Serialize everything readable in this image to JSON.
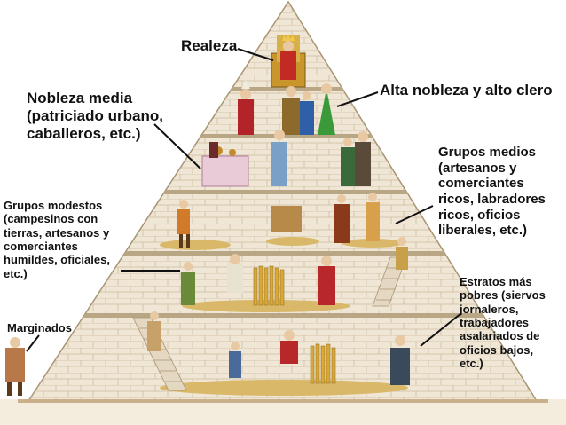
{
  "diagram": {
    "labels": {
      "realeza": [
        "Realeza"
      ],
      "alta_nobleza": [
        "Alta nobleza y alto clero"
      ],
      "nobleza_media": [
        "Nobleza media",
        "(patriciado urbano,",
        "caballeros, etc.)"
      ],
      "grupos_medios": [
        "Grupos medios",
        "(artesanos y",
        "comerciantes",
        "ricos, labradores",
        "ricos, oficios",
        "liberales, etc.)"
      ],
      "grupos_modestos": [
        "Grupos modestos",
        "(campesinos con",
        "tierras, artesanos y",
        "comerciantes",
        "humildes, oficiales,",
        "etc.)"
      ],
      "marginados": [
        "Marginados"
      ],
      "estratos_pobres": [
        "Estratos más",
        "pobres (siervos",
        "jornaleros,",
        "trabajadores",
        "asalariados de",
        "oficios bajos,",
        "etc.)"
      ]
    },
    "colors": {
      "stone": "#efe6d6",
      "mortar": "#c9b89a",
      "shadow": "#b8a684",
      "ground": "#d9b86a",
      "pointer": "#111111"
    }
  }
}
